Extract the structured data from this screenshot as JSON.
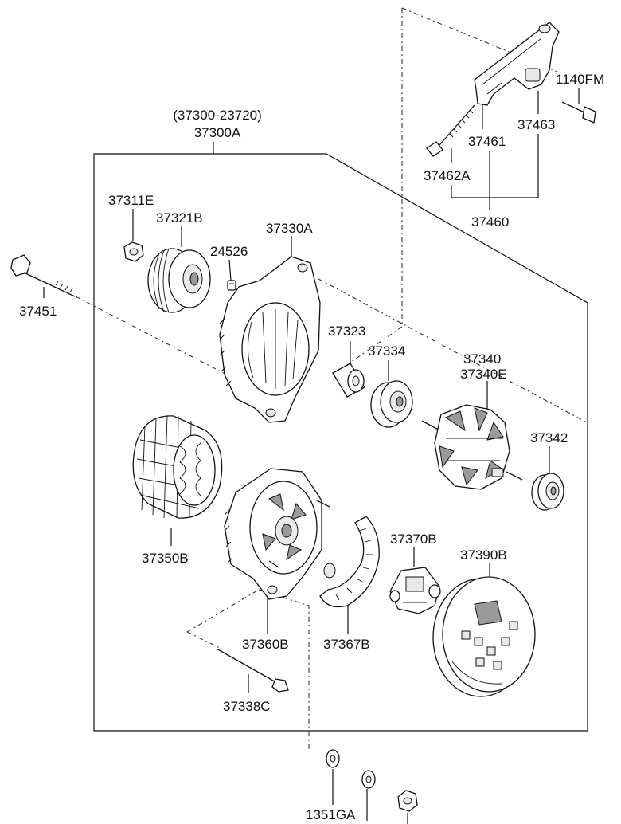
{
  "assembly": {
    "range_label": "(37300-23720)",
    "label": "37300A"
  },
  "labels": {
    "p1140FM": "1140FM",
    "p37463": "37463",
    "p37461": "37461",
    "p37462A": "37462A",
    "p37460": "37460",
    "p37311E": "37311E",
    "p37321B": "37321B",
    "p37330A": "37330A",
    "p24526": "24526",
    "p37451": "37451",
    "p37323": "37323",
    "p37334": "37334",
    "p37340": "37340",
    "p37340E": "37340E",
    "p37342": "37342",
    "p37350B": "37350B",
    "p37370B": "37370B",
    "p37390B": "37390B",
    "p37360B": "37360B",
    "p37367B": "37367B",
    "p37338C": "37338C",
    "p1351GA": "1351GA"
  },
  "colors": {
    "line": "#111111",
    "background": "#ffffff"
  }
}
